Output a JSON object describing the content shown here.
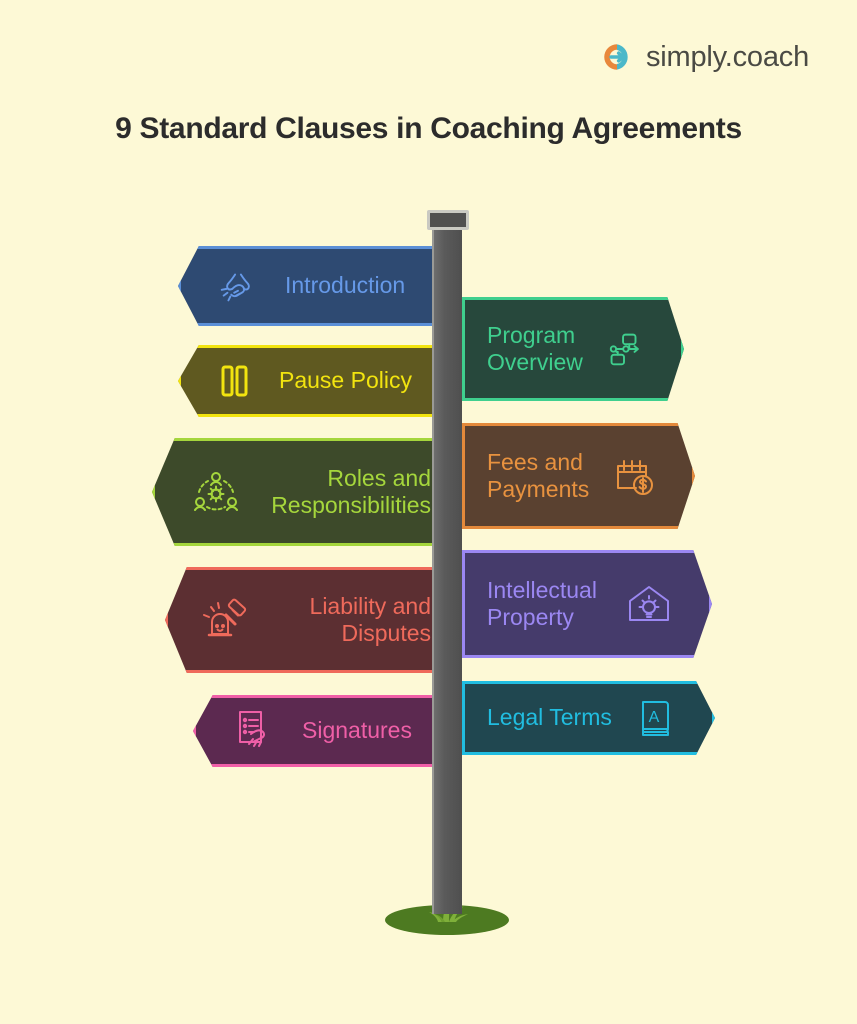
{
  "background_color": "#FDF9D6",
  "brand": {
    "name": "simply.coach",
    "logo_icon": "simply-coach-logo-icon",
    "logo_colors": {
      "arc": "#E8883C",
      "arrow": "#4BB8C9"
    }
  },
  "title": "9 Standard Clauses in Coaching Agreements",
  "signpost": {
    "pole_color": "#5b5b5b",
    "pole_cap_color": "#c9c9c2",
    "ground_colors": {
      "mound": "#4d7a21",
      "grass": "#7fb03a"
    }
  },
  "signs": [
    {
      "label": "Introduction",
      "direction": "left",
      "icon": "handshake-icon",
      "fill": "#2e4a72",
      "border": "#5b8fd6",
      "text_color": "#6699e8",
      "lines": 1
    },
    {
      "label": "Program\nOverview",
      "direction": "right",
      "icon": "workflow-diagram-icon",
      "fill": "#27483c",
      "border": "#3fcf8e",
      "text_color": "#3fcf8e",
      "lines": 2
    },
    {
      "label": "Pause Policy",
      "direction": "left",
      "icon": "pause-icon",
      "fill": "#5f5920",
      "border": "#f2e40f",
      "text_color": "#f2e40f",
      "lines": 1
    },
    {
      "label": "Fees and\nPayments",
      "direction": "right",
      "icon": "calendar-dollar-icon",
      "fill": "#5a4130",
      "border": "#e3893b",
      "text_color": "#e8923f",
      "lines": 2
    },
    {
      "label": "Roles and\nResponsibilities",
      "direction": "left",
      "icon": "team-gear-icon",
      "fill": "#3d4a2a",
      "border": "#a5d63c",
      "text_color": "#a5d63c",
      "lines": 2
    },
    {
      "label": "Intellectual\nProperty",
      "direction": "right",
      "icon": "house-lightbulb-icon",
      "fill": "#453b6b",
      "border": "#9b87f2",
      "text_color": "#9b87f2",
      "lines": 2
    },
    {
      "label": "Liability and\nDisputes",
      "direction": "left",
      "icon": "gavel-icon",
      "fill": "#5c2f32",
      "border": "#ef6a5b",
      "text_color": "#ef6a5b",
      "lines": 2
    },
    {
      "label": "Legal Terms",
      "direction": "right",
      "icon": "law-book-icon",
      "fill": "#204750",
      "border": "#21bde0",
      "text_color": "#21bde0",
      "lines": 1
    },
    {
      "label": "Signatures",
      "direction": "left",
      "icon": "signing-document-icon",
      "fill": "#5c2950",
      "border": "#ef5fa7",
      "text_color": "#ef5fa7",
      "lines": 1
    }
  ]
}
